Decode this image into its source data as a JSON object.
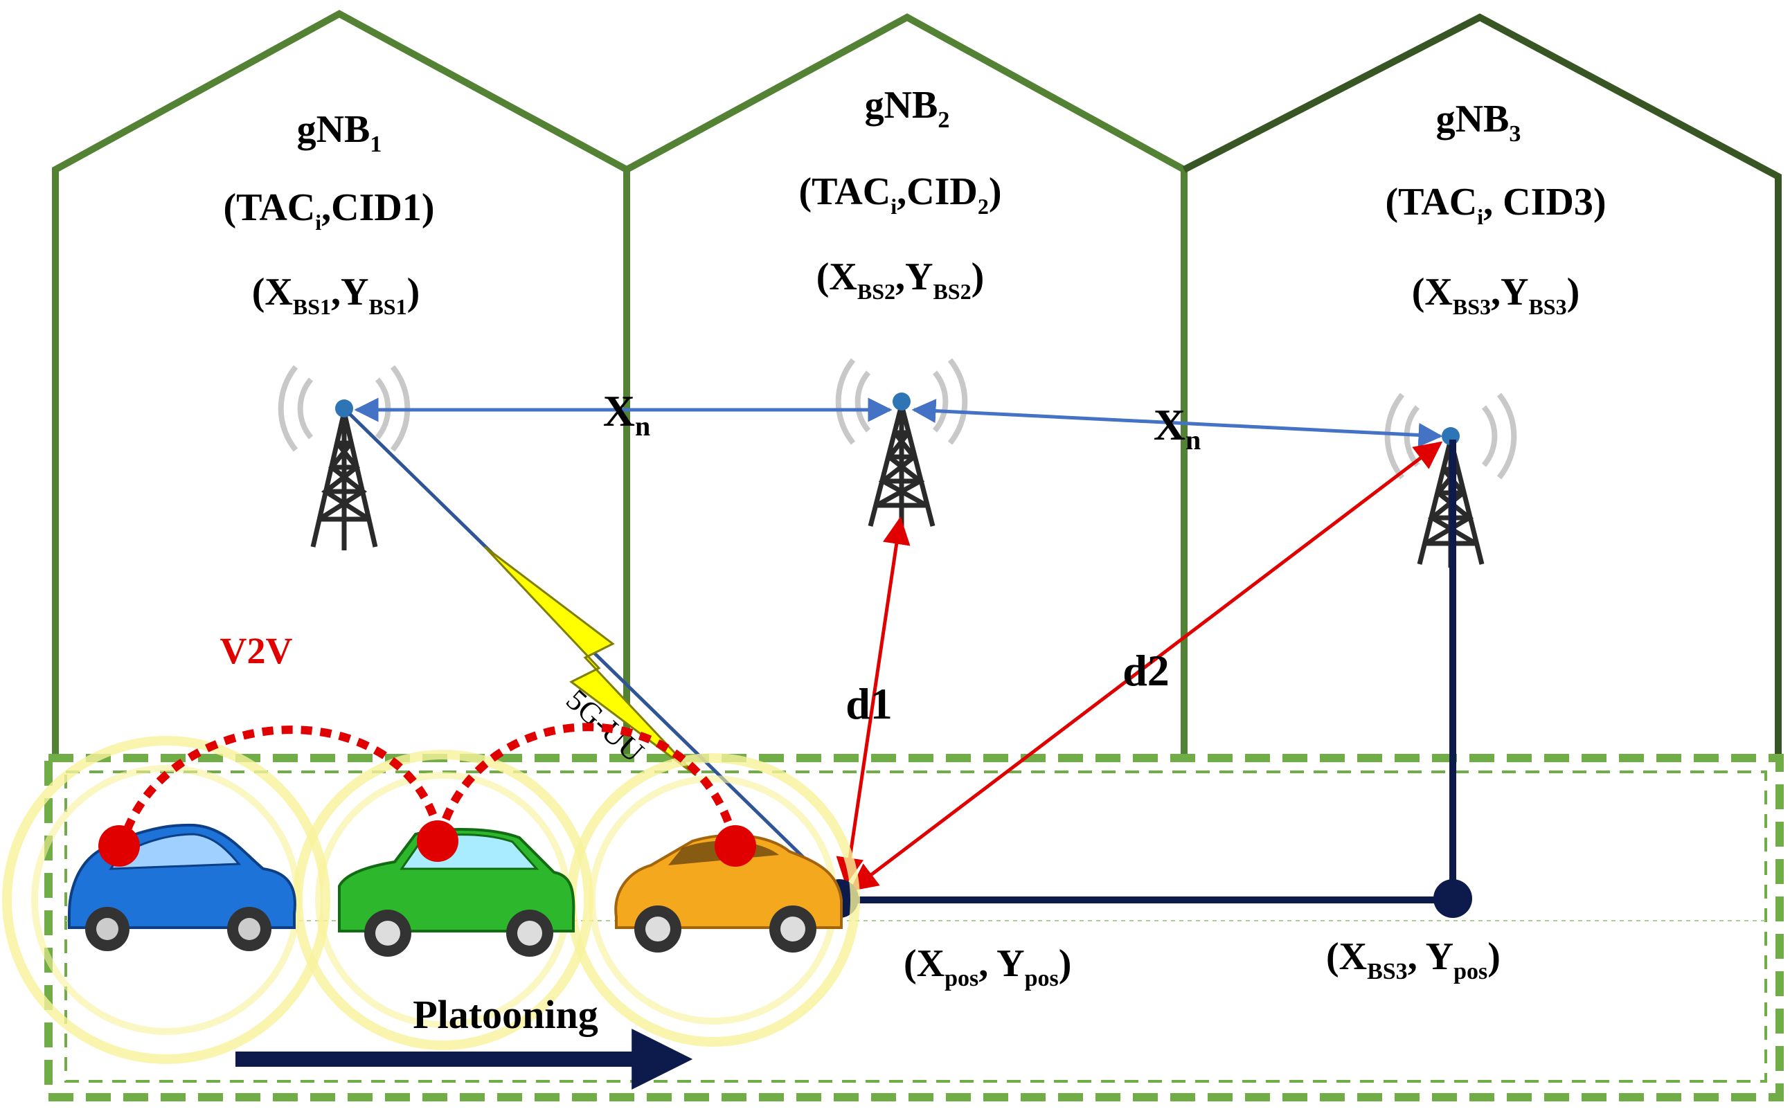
{
  "cells": [
    {
      "name_base": "gNB",
      "name_sub": "1",
      "tac_pre": "(TAC",
      "tac_sub": "i",
      "cid_pre": ",CID1",
      "cid_sub": "",
      "close": ")",
      "coord_x_pre": "(X",
      "coord_x_sub": "BS1",
      "coord_y_pre": ",Y",
      "coord_y_sub": "BS1",
      "coord_close": ")"
    },
    {
      "name_base": "gNB",
      "name_sub": "2",
      "tac_pre": "(TAC",
      "tac_sub": "i",
      "cid_pre": ",CID",
      "cid_sub": "2",
      "close": ")",
      "coord_x_pre": "(X",
      "coord_x_sub": "BS2",
      "coord_y_pre": ",Y",
      "coord_y_sub": "BS2",
      "coord_close": ")"
    },
    {
      "name_base": "gNB",
      "name_sub": "3",
      "tac_pre": "(TAC",
      "tac_sub": "i",
      "cid_pre": ", CID3",
      "cid_sub": "",
      "close": ")",
      "coord_x_pre": "(X",
      "coord_x_sub": "BS3",
      "coord_y_pre": ",Y",
      "coord_y_sub": "BS3",
      "coord_close": ")"
    }
  ],
  "links": {
    "xn_base": "X",
    "xn_sub": "n",
    "uu": "5G-UU",
    "d1": "d1",
    "d2": "d2",
    "v2v": "V2V",
    "platooning": "Platooning"
  },
  "points": {
    "pos_x": "(X",
    "pos_x_sub": "pos",
    "pos_y": ", Y",
    "pos_y_sub": "pos",
    "pos_close": ")",
    "bs3_x": "(X",
    "bs3_x_sub": "BS3",
    "bs3_y": ", Y",
    "bs3_y_sub": "pos",
    "bs3_close": ")"
  },
  "colors": {
    "house": "#548235",
    "house_dark": "#375623",
    "xn_arrow": "#4472c4",
    "distance": "#e00000",
    "v2v": "#e00000",
    "position": "#0d1b4c",
    "car1": "#1e73d8",
    "car2": "#2cb72c",
    "car3": "#f4a81d",
    "halo": "#f8f29a"
  }
}
